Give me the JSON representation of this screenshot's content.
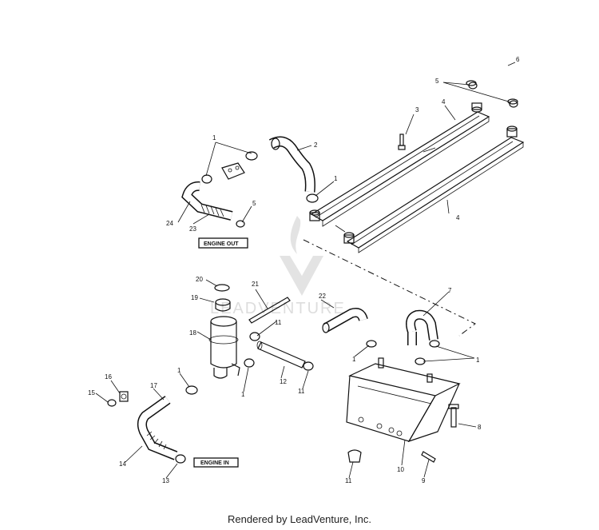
{
  "labels": {
    "engine_out": "ENGINE OUT",
    "engine_in": "ENGINE IN"
  },
  "watermark": "LEADVENTURE",
  "footer": "Rendered by LeadVenture, Inc.",
  "callouts": [
    {
      "id": "c1a",
      "text": "1"
    },
    {
      "id": "c2",
      "text": "2"
    },
    {
      "id": "c3",
      "text": "3"
    },
    {
      "id": "c4a",
      "text": "4"
    },
    {
      "id": "c4b",
      "text": "4"
    },
    {
      "id": "c5a",
      "text": "5"
    },
    {
      "id": "c6",
      "text": "6"
    },
    {
      "id": "c1b",
      "text": "1"
    },
    {
      "id": "c5b",
      "text": "5"
    },
    {
      "id": "c24",
      "text": "24"
    },
    {
      "id": "c23",
      "text": "23"
    },
    {
      "id": "c20",
      "text": "20"
    },
    {
      "id": "c21",
      "text": "21"
    },
    {
      "id": "c19",
      "text": "19"
    },
    {
      "id": "c22",
      "text": "22"
    },
    {
      "id": "c7",
      "text": "7"
    },
    {
      "id": "c18",
      "text": "18"
    },
    {
      "id": "c11a",
      "text": "11"
    },
    {
      "id": "c1c",
      "text": "1"
    },
    {
      "id": "c1d",
      "text": "1"
    },
    {
      "id": "c1e",
      "text": "1"
    },
    {
      "id": "c12",
      "text": "12"
    },
    {
      "id": "c11b",
      "text": "11"
    },
    {
      "id": "c1f",
      "text": "1"
    },
    {
      "id": "c16",
      "text": "16"
    },
    {
      "id": "c17",
      "text": "17"
    },
    {
      "id": "c15",
      "text": "15"
    },
    {
      "id": "c8",
      "text": "8"
    },
    {
      "id": "c14",
      "text": "14"
    },
    {
      "id": "c13",
      "text": "13"
    },
    {
      "id": "c10",
      "text": "10"
    },
    {
      "id": "c11c",
      "text": "11"
    },
    {
      "id": "c9",
      "text": "9"
    }
  ],
  "colors": {
    "line": "#111111",
    "watermark": "#d0d0d0"
  }
}
